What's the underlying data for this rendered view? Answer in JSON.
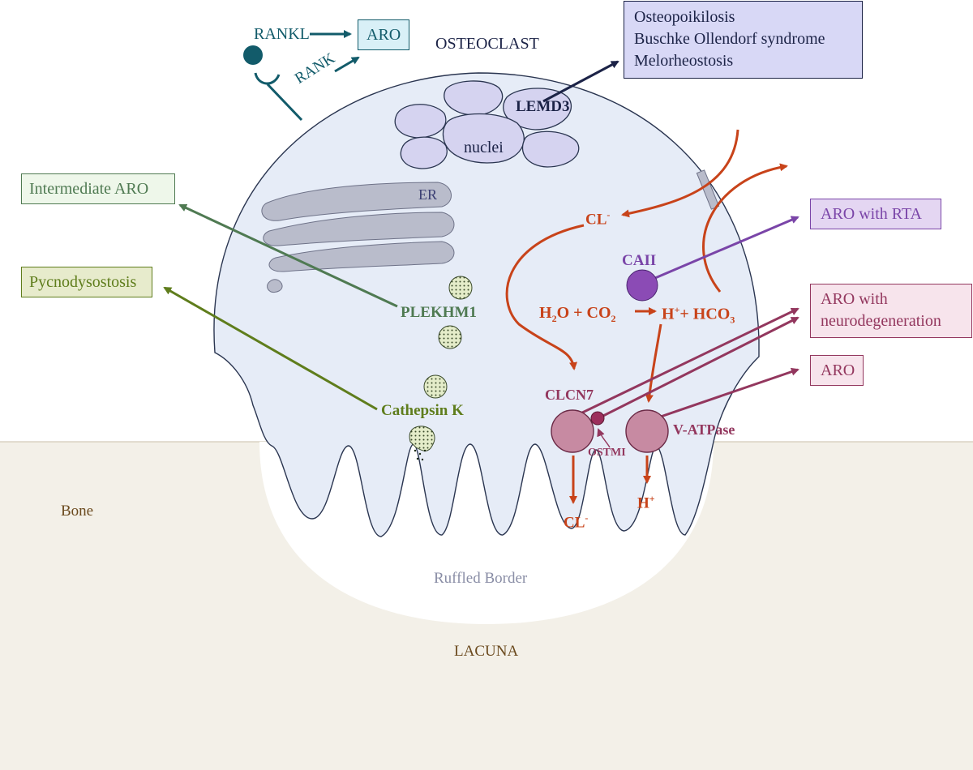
{
  "colors": {
    "bone": "#f3f0e8",
    "cell_fill": "#e6ecf7",
    "cell_stroke": "#2a3550",
    "teal": "#125b6a",
    "green_dark": "#4f7a52",
    "olive": "#5f7d1c",
    "orange": "#c8431a",
    "purple": "#7a45a8",
    "magenta": "#93375e",
    "navy": "#1c2347"
  },
  "labels": {
    "osteoclast": "OSTEOCLAST",
    "rankl": "RANKL",
    "rank": "RANK",
    "nuclei": "nuclei",
    "lemd3": "LEMD3",
    "er": "ER",
    "plekhm1": "PLEKHM1",
    "cathepsin_k": "Cathepsin K",
    "cl_top": "CL",
    "cl_sup": "-",
    "caii": "CAII",
    "eq_h": "H",
    "eq_2": "2",
    "eq_o_plus_co": "O + CO",
    "eq_co2_sub": "2",
    "eq_h_out": "H",
    "eq_h_sup": "+",
    "eq_plus_hco": "+ HCO",
    "eq_hco3_sub": "3",
    "clcn7": "CLCN7",
    "ostm1": "OSTMI",
    "vatpase": "V-ATPase",
    "cl_bottom": "CL",
    "cl_bottom_sup": "-",
    "h_bottom": "H",
    "h_bottom_sup": "+",
    "bone": "Bone",
    "ruffled_border": "Ruffled Border",
    "lacuna": "LACUNA"
  },
  "boxes": {
    "aro_top": "ARO",
    "disease_list": [
      "Osteopoikilosis",
      "Buschke Ollendorf syndrome",
      "Melorheostosis"
    ],
    "intermediate_aro": "Intermediate ARO",
    "pycnodysostosis": "Pycnodysostosis",
    "aro_rta": "ARO with RTA",
    "aro_neuro": [
      "ARO with",
      "neurodegeneration"
    ],
    "aro_right": "ARO"
  }
}
